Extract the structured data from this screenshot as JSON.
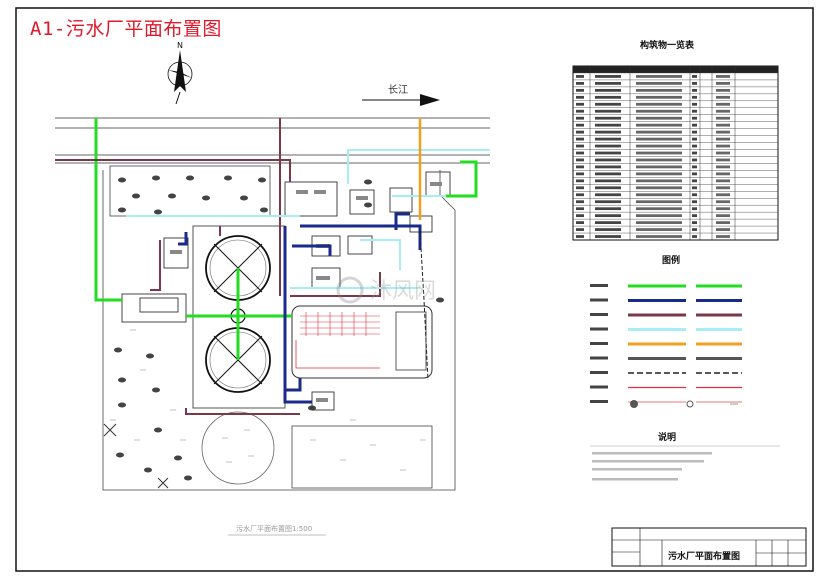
{
  "header": {
    "title": "A1-污水厂平面布置图"
  },
  "site": {
    "north_label": "N",
    "river_label": "长江",
    "scale_caption": "污水厂平面布置图1:500",
    "watermark": "沐风网"
  },
  "structures_table": {
    "title": "构筑物一览表",
    "row_count": 24
  },
  "legend": {
    "title": "图例",
    "items": [
      {
        "color": "#22dd22",
        "dashed": false,
        "line": "solid"
      },
      {
        "color": "#1a2a8a",
        "dashed": false,
        "line": "solid"
      },
      {
        "color": "#7a3848",
        "dashed": false,
        "line": "solid"
      },
      {
        "color": "#a8ecf4",
        "dashed": false,
        "line": "solid"
      },
      {
        "color": "#f0a020",
        "dashed": false,
        "line": "solid"
      },
      {
        "color": "#555555",
        "dashed": false,
        "line": "solid"
      },
      {
        "color": "#222222",
        "dashed": true,
        "line": "dashed"
      },
      {
        "color": "#e03040",
        "dashed": false,
        "line": "thin"
      },
      {
        "color": "#f09090",
        "dashed": false,
        "line": "thin"
      }
    ]
  },
  "notes": {
    "title": "说明"
  },
  "title_block": {
    "drawing_name": "污水厂平面布置图"
  },
  "colors": {
    "sludge_line": "#22dd22",
    "sewage_line": "#1a2a8a",
    "overflow_line": "#7a3848",
    "water_line": "#a8ecf4",
    "gas_line": "#f0a020",
    "title_red": "#e0182a"
  }
}
